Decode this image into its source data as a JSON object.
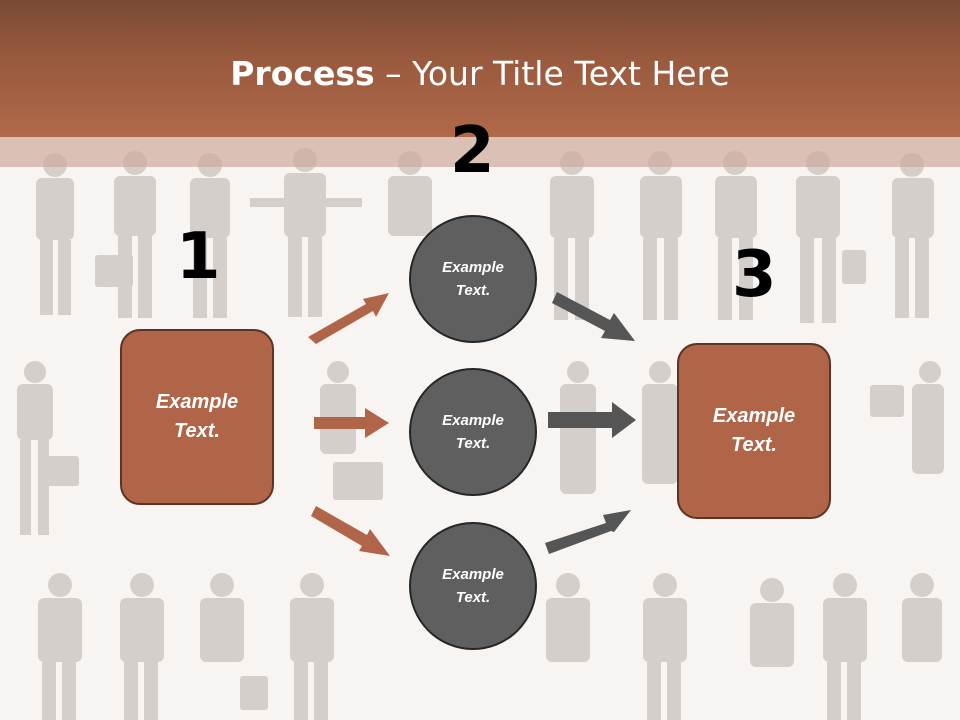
{
  "title": {
    "bold": "Process",
    "rest": " – Your Title Text Here"
  },
  "steps": [
    {
      "number": "1",
      "box_text": "Example Text."
    },
    {
      "number": "2",
      "circles": [
        "Example Text.",
        "Example Text.",
        "Example Text."
      ]
    },
    {
      "number": "3",
      "box_text": "Example Text."
    }
  ],
  "colors": {
    "header": "#a45f42",
    "box": "#b06448",
    "circle": "#5f5f5f",
    "arrow_left": "#b06448",
    "arrow_right": "#555555"
  }
}
